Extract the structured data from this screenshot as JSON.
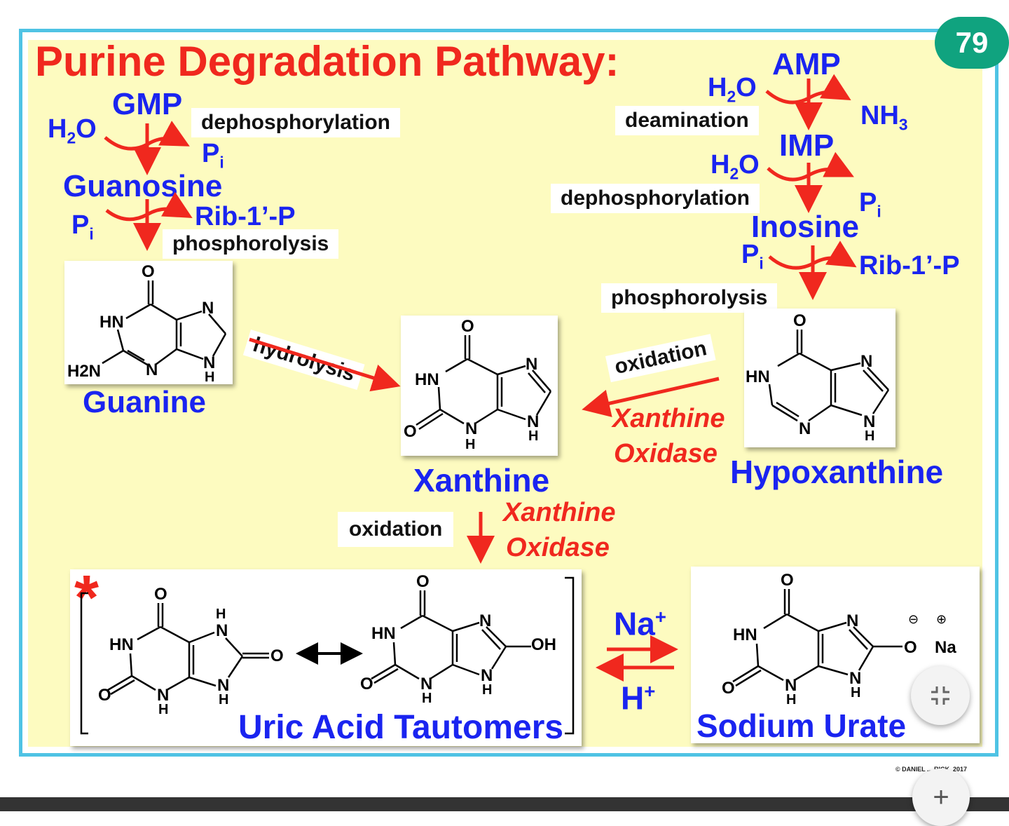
{
  "slide_number": "79",
  "title": "Purine Degradation Pathway:",
  "left_branch": {
    "gmp": "GMP",
    "water": "H",
    "water_sub": "2",
    "water_o": "O",
    "step1": "dephosphorylation",
    "pi": "P",
    "pi_sub": "i",
    "guanosine": "Guanosine",
    "pi2": "P",
    "pi2_sub": "i",
    "rib": "Rib-1’-P",
    "step2": "phosphorolysis",
    "guanine": "Guanine"
  },
  "right_branch": {
    "amp": "AMP",
    "water1_h": "H",
    "water1_sub": "2",
    "water1_o": "O",
    "step1": "deamination",
    "nh3": "NH",
    "nh3_sub": "3",
    "imp": "IMP",
    "water2_h": "H",
    "water2_sub": "2",
    "water2_o": "O",
    "step2": "dephosphorylation",
    "pi": "P",
    "pi_sub": "i",
    "inosine": "Inosine",
    "pi2": "P",
    "pi2_sub": "i",
    "rib": "Rib-1’-P",
    "step3": "phosphorolysis",
    "hypoxanthine": "Hypoxanthine"
  },
  "middle": {
    "hydrolysis": "hydrolysis",
    "oxidation1": "oxidation",
    "enzyme1_line1": "Xanthine",
    "enzyme1_line2": "Oxidase",
    "xanthine": "Xanthine",
    "oxidation2": "oxidation",
    "enzyme2_line1": "Xanthine",
    "enzyme2_line2": "Oxidase"
  },
  "bottom": {
    "asterisk": "*",
    "uric_acid": "Uric Acid Tautomers",
    "na": "Na",
    "na_sup": "+",
    "h": "H",
    "h_sup": "+",
    "sodium_urate": "Sodium Urate"
  },
  "atoms": {
    "O": "O",
    "N": "N",
    "H": "H",
    "HN": "HN",
    "H2N": "H2N",
    "OH": "OH",
    "Na": "Na",
    "minus": "⊖",
    "plus": "⊕"
  },
  "copyright": "© DANIEL ... RICK, 2017",
  "controls": {
    "collapse_icon": "collapse-icon",
    "add_icon": "+"
  },
  "colors": {
    "frame": "#4fc3e4",
    "panel": "#fdfbc0",
    "blue": "#1a24f0",
    "red": "#f0281e",
    "badge": "#10a37f"
  }
}
